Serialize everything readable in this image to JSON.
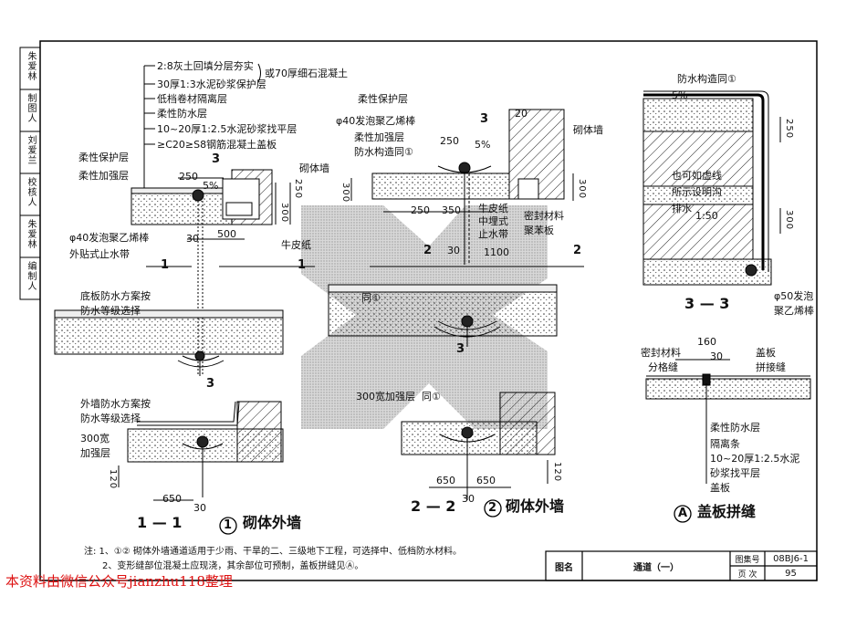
{
  "side_strip": [
    "朱爱林",
    "制图人",
    "刘爱兰",
    "校核人",
    "朱爱林",
    "编制人"
  ],
  "left_detail": {
    "layers": [
      "2:8灰土回填分层夯实",
      "30厚1:3水泥砂浆保护层",
      "低档卷材隔离层",
      "柔性防水层",
      "10~20厚1:2.5水泥砂浆找平层",
      "≥C20≥S8钢筋混凝土盖板"
    ],
    "alt_note": "或70厚细石混凝土",
    "labels": [
      "柔性保护层",
      "柔性加强层",
      "φ40发泡聚乙烯棒",
      "外贴式止水带",
      "牛皮纸",
      "砌体墙"
    ],
    "dims": [
      "250",
      "5%",
      "300",
      "250",
      "30",
      "500"
    ],
    "section_marks": [
      "3",
      "1",
      "1",
      "3"
    ],
    "floor_note": [
      "底板防水方案按",
      "防水等级选择"
    ],
    "lower_note": [
      "外墙防水方案按",
      "防水等级选择"
    ],
    "lower_labels": [
      "300宽",
      "加强层"
    ],
    "lower_dims": [
      "650",
      "30",
      "120"
    ],
    "caption_section": "1 — 1",
    "caption_num": "1",
    "caption_text": "砌体外墙"
  },
  "center_detail": {
    "labels": [
      "柔性保护层",
      "φ40发泡聚乙烯棒",
      "柔性加强层",
      "防水构造同①",
      "砌体墙",
      "牛皮纸",
      "中埋式",
      "止水带",
      "密封材料",
      "聚苯板",
      "同①",
      "300宽加强层",
      "同①"
    ],
    "dims": [
      "20",
      "250",
      "5%",
      "300",
      "250",
      "350",
      "30",
      "1100",
      "300",
      "650",
      "650",
      "30",
      "120"
    ],
    "section_marks": [
      "3",
      "2",
      "2",
      "3"
    ],
    "caption_section": "2 — 2",
    "caption_num": "2",
    "caption_text": "砌体外墙"
  },
  "right_detail": {
    "labels": [
      "防水构造同①",
      "也可如虚线",
      "所示设明沟",
      "排水",
      "φ50发泡",
      "聚乙烯棒"
    ],
    "dims": [
      "5%",
      "250",
      "300",
      "1:50"
    ],
    "caption_section": "3 — 3"
  },
  "joint_detail": {
    "labels": [
      "密封材料",
      "分格缝",
      "盖板",
      "拼接缝",
      "柔性防水层",
      "隔离条",
      "10~20厚1:2.5水泥",
      "砂浆找平层",
      "盖板"
    ],
    "dims": [
      "160",
      "30"
    ],
    "caption_num": "A",
    "caption_text": "盖板拼缝"
  },
  "notes": [
    "注: 1、①② 砌体外墙通道适用于少雨、干旱的二、三级地下工程，可选择中、低档防水材料。",
    "2、变形缝部位混凝土应现浇，其余部位可预制，盖板拼缝见Ⓐ。"
  ],
  "title_block": {
    "name_label": "图名",
    "name": "通道（一）",
    "atlas_label": "图集号",
    "atlas": "08BJ6-1",
    "page_label": "页  次",
    "page": "95"
  },
  "watermark": "本资料由微信公众号jianzhu118整理"
}
